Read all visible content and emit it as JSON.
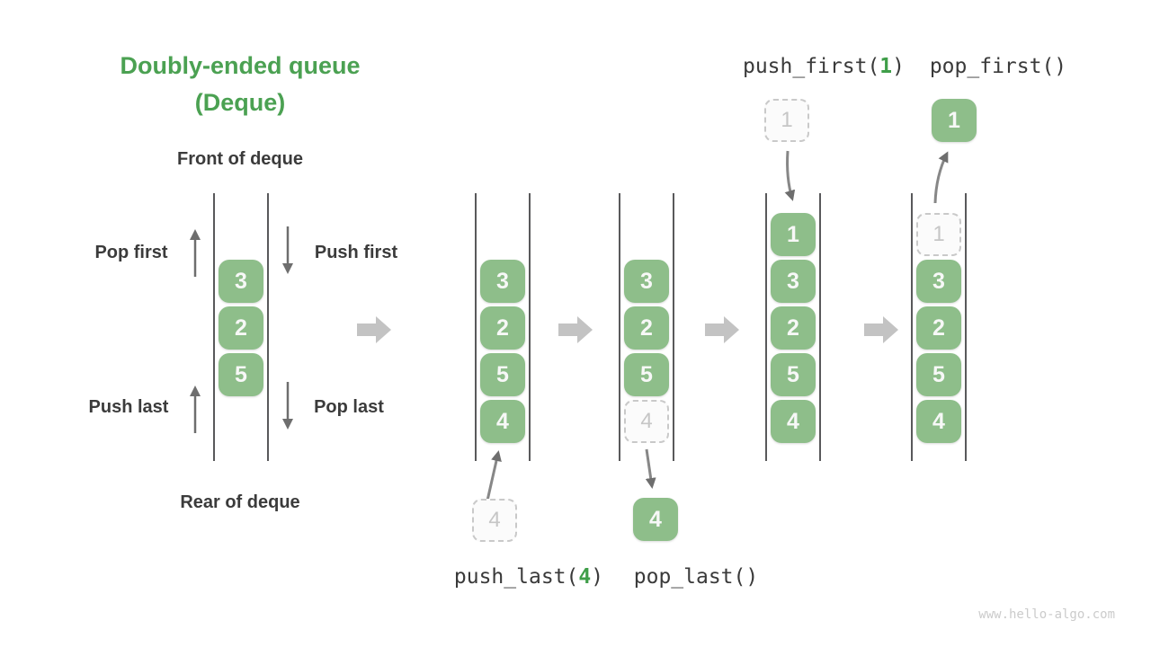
{
  "title": {
    "line1": "Doubly-ended queue",
    "line2": "(Deque)"
  },
  "labels": {
    "front_of_deque": "Front of deque",
    "rear_of_deque": "Rear of deque",
    "pop_first": "Pop first",
    "push_first": "Push first",
    "push_last": "Push last",
    "pop_last": "Pop last"
  },
  "operations": {
    "push_last": {
      "prefix": "push_last(",
      "arg": "4",
      "suffix": ")"
    },
    "pop_last": "pop_last()",
    "push_first": {
      "prefix": "push_first(",
      "arg": "1",
      "suffix": ")"
    },
    "pop_first": "pop_first()"
  },
  "queues": [
    {
      "name": "initial-deque",
      "cells": [
        {
          "value": "3"
        },
        {
          "value": "2"
        },
        {
          "value": "5"
        }
      ]
    },
    {
      "name": "after-push-last",
      "cells": [
        {
          "value": "3"
        },
        {
          "value": "2"
        },
        {
          "value": "5"
        },
        {
          "value": "4"
        }
      ]
    },
    {
      "name": "during-pop-last",
      "cells": [
        {
          "value": "3"
        },
        {
          "value": "2"
        },
        {
          "value": "5"
        },
        {
          "value": "4",
          "ghost": true
        }
      ]
    },
    {
      "name": "after-push-first",
      "cells": [
        {
          "value": "1"
        },
        {
          "value": "3"
        },
        {
          "value": "2"
        },
        {
          "value": "5"
        },
        {
          "value": "4"
        }
      ]
    },
    {
      "name": "during-pop-first",
      "cells": [
        {
          "value": "1",
          "ghost": true
        },
        {
          "value": "3"
        },
        {
          "value": "2"
        },
        {
          "value": "5"
        },
        {
          "value": "4"
        }
      ]
    }
  ],
  "floating_cells": {
    "push_last_incoming": "4",
    "pop_last_removed": "4",
    "push_first_incoming": "1",
    "pop_first_removed": "1"
  },
  "watermark": "www.hello-algo.com",
  "colors": {
    "accent_green": "#4ba152",
    "cell_green": "#8ebe8a",
    "label_dark": "#3b3b3b",
    "thin_arrow_gray": "#6e6e6e",
    "block_arrow_gray": "#c3c3c3",
    "ghost_gray": "#c6c6c6",
    "wall_gray": "#59595b"
  }
}
